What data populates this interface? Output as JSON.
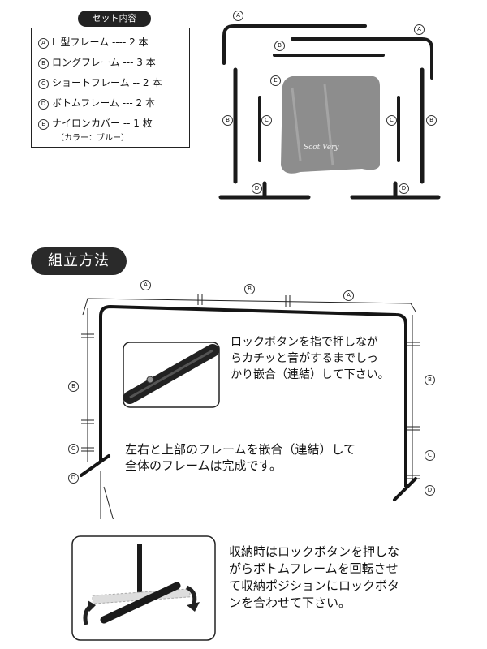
{
  "set_contents": {
    "title": "セット内容",
    "items": [
      {
        "mark": "A",
        "text": "L 型フレーム ---- 2 本"
      },
      {
        "mark": "B",
        "text": "ロングフレーム --- 3 本"
      },
      {
        "mark": "C",
        "text": "ショートフレーム -- 2 本"
      },
      {
        "mark": "D",
        "text": "ボトムフレーム --- 2 本"
      },
      {
        "mark": "E",
        "text": "ナイロンカバー -- 1 枚"
      }
    ],
    "color_note": "（カラー：ブルー）"
  },
  "cover_brand": "Scot Very",
  "assembly": {
    "title": "組立方法",
    "lock_text": [
      "ロックボタンを指で押しなが",
      "らカチッと音がするまでしっ",
      "かり嵌合（連結）して下さい。"
    ],
    "frame_text": [
      "左右と上部のフレームを嵌合（連結）して",
      "全体のフレームは完成です。"
    ],
    "storage_text": [
      "収納時はロックボタンを押しな",
      "がらボトムフレームを回転させ",
      "て収納ポジションにロックボタ",
      "ンを合わせて下さい。"
    ]
  },
  "marks": {
    "A": "A",
    "B": "B",
    "C": "C",
    "D": "D",
    "E": "E"
  }
}
